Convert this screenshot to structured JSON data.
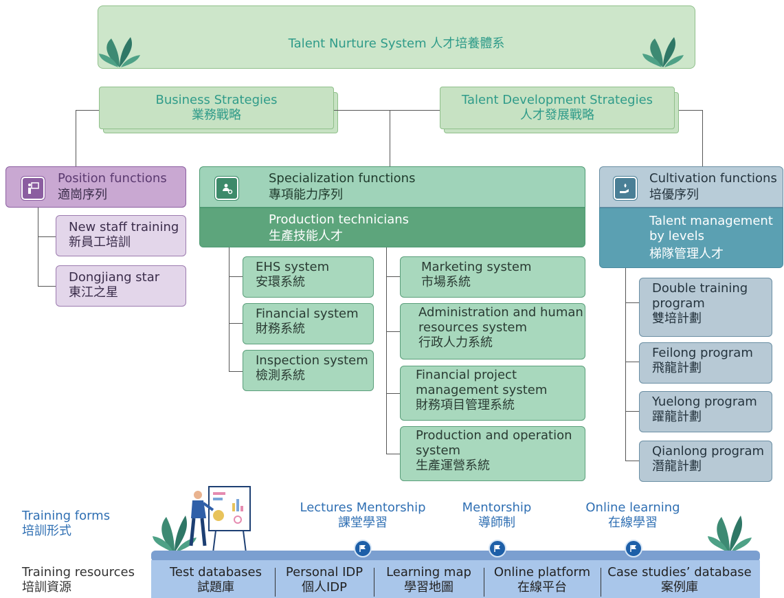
{
  "title": "Talent Nurture System 人才培養體系",
  "strategies": [
    {
      "en": "Business Strategies",
      "cn": "業務戰略"
    },
    {
      "en": "Talent Development Strategies",
      "cn": "人才發展戰略"
    }
  ],
  "position": {
    "en": "Position functions",
    "cn": "適崗序列",
    "items": [
      {
        "en": "New staff training",
        "cn": "新員工培訓"
      },
      {
        "en": "Dongjiang star",
        "cn": "東江之星"
      }
    ]
  },
  "specialization": {
    "en": "Specialization functions",
    "cn": "專項能力序列",
    "band_en": "Production technicians",
    "band_cn": "生產技能人才",
    "left_items": [
      {
        "en": "EHS system",
        "cn": "安環系統"
      },
      {
        "en": "Financial system",
        "cn": "財務系統"
      },
      {
        "en": "Inspection system",
        "cn": "檢測系統"
      }
    ],
    "right_items": [
      {
        "en": "Marketing system",
        "cn": "市場系統"
      },
      {
        "en": "Administration and human resources system",
        "cn": "行政人力系統"
      },
      {
        "en": "Financial project management system",
        "cn": "財務項目管理系統"
      },
      {
        "en": "Production and operation system",
        "cn": "生產運營系統"
      }
    ]
  },
  "cultivation": {
    "en": "Cultivation functions",
    "cn": "培優序列",
    "band_en": "Talent management by levels",
    "band_cn": "梯隊管理人才",
    "items": [
      {
        "en": "Double training program",
        "cn": "雙培計劃"
      },
      {
        "en": "Feilong program",
        "cn": "飛龍計劃"
      },
      {
        "en": "Yuelong program",
        "cn": "躍龍計劃"
      },
      {
        "en": "Qianlong program",
        "cn": "潛龍計劃"
      }
    ]
  },
  "training_forms": {
    "label_en": "Training forms",
    "label_cn": "培訓形式",
    "items": [
      {
        "en": "Lectures Mentorship",
        "cn": "課堂學習"
      },
      {
        "en": "Mentorship",
        "cn": "導師制"
      },
      {
        "en": "Online learning",
        "cn": "在線學習"
      }
    ]
  },
  "training_resources": {
    "label_en": "Training resources",
    "label_cn": "培訓資源",
    "items": [
      {
        "en": "Test databases",
        "cn": "試題庫"
      },
      {
        "en": "Personal IDP",
        "cn": "個人IDP"
      },
      {
        "en": "Learning map",
        "cn": "學習地圖"
      },
      {
        "en": "Online platform",
        "cn": "在線平台"
      },
      {
        "en": "Case studies’ database",
        "cn": "案例庫"
      }
    ]
  },
  "colors": {
    "teal": "#2f9b89",
    "purple": "#8b5ea0",
    "green": "#5da57c",
    "blue": "#5ba0b2",
    "resource_bar": "#a9c6ea"
  },
  "icons": [
    "leaf-decoration-icon",
    "presenter-icon",
    "gear-person-icon",
    "hand-plant-icon",
    "flag-icon"
  ]
}
